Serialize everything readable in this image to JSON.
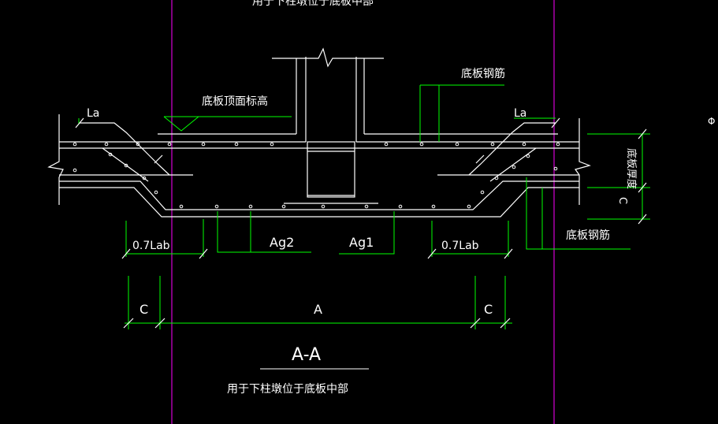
{
  "colors": {
    "background": "#000000",
    "structure": "#ffffff",
    "leader": "#00ff00",
    "magenta": "#ff00ff",
    "text": "#ffffff"
  },
  "labels": {
    "top_cut": "用于下柱墩位于底板中部",
    "top_elevation": "底板顶面标高",
    "rebar_top": "底板钢筋",
    "la_left": "La",
    "la_right": "La",
    "thickness": "底板厚度",
    "c_vertical": "C",
    "rebar_right": "底板钢筋",
    "lab_left": "0.7Lab",
    "ag2": "Ag2",
    "ag1": "Ag1",
    "lab_right": "0.7Lab",
    "dim_c_left": "C",
    "dim_a": "A",
    "dim_c_right": "C",
    "section": "A-A",
    "caption": "用于下柱墩位于底板中部",
    "edge_right": "Φ"
  }
}
